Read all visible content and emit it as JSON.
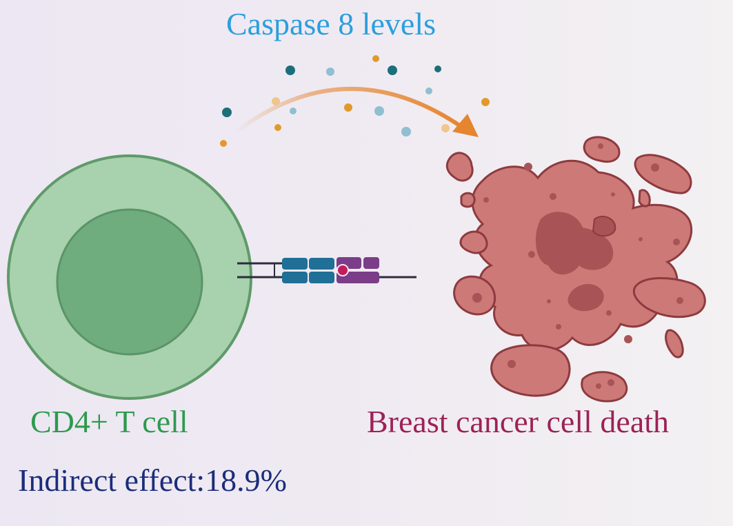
{
  "figure": {
    "title": "Caspase 8 levels",
    "cell_left_label": "CD4+ T cell",
    "cell_right_label": "Breast cancer cell death",
    "effect_label": "Indirect effect:18.9%"
  },
  "colors": {
    "title": "#2a9fdc",
    "tcell_label": "#2d9a4e",
    "cancer_label": "#9c2257",
    "effect_label": "#1b2d7a",
    "tcell_outer": "#a8d1ad",
    "tcell_inner": "#6fac7e",
    "tcell_stroke": "#5f9a69",
    "cancer_fill": "#cc7977",
    "cancer_dark": "#a85456",
    "cancer_stroke": "#8d3a3f",
    "arrow": "#e5852f",
    "receptor_blue": "#1f6f96",
    "receptor_purple": "#7b3d88",
    "receptor_dot": "#c21c5e",
    "dot_teal": "#1b6f7a",
    "dot_lightblue": "#8fbfd0",
    "dot_orange": "#e09a2c",
    "dot_peach": "#f1c58b"
  },
  "icons": [
    "t-cell-icon",
    "receptor-complex-icon",
    "cancer-cell-icon",
    "arrow-icon",
    "particles-icon"
  ]
}
